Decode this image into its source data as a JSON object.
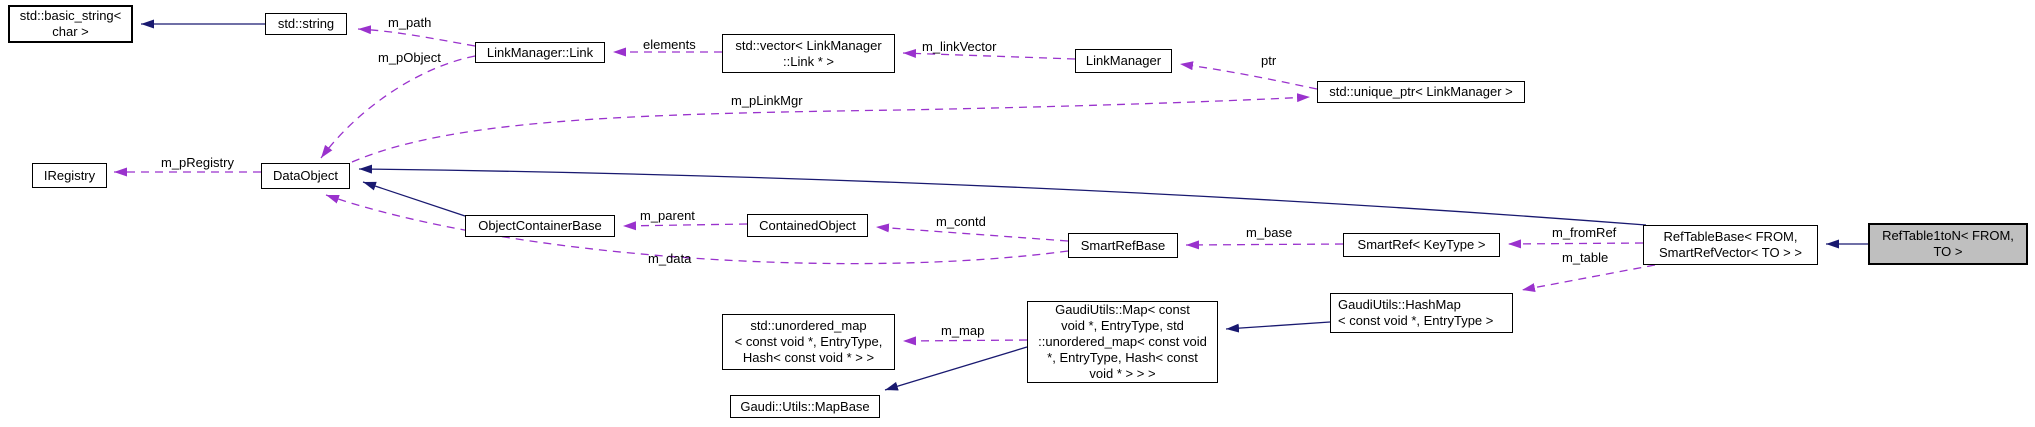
{
  "diagram": {
    "type": "collaboration-graph",
    "colors": {
      "background": "#ffffff",
      "node_fill": "#ffffff",
      "current_node_fill": "#bfbfbf",
      "node_border": "#000000",
      "inheritance_edge": "#191970",
      "usage_edge": "#9a32cd",
      "text": "#000000"
    },
    "nodes": {
      "basic_string": {
        "label": "std::basic_string<\nchar >"
      },
      "std_string": {
        "label": "std::string"
      },
      "link": {
        "label": "LinkManager::Link"
      },
      "link_vector": {
        "label": "std::vector< LinkManager\n::Link * >"
      },
      "link_manager": {
        "label": "LinkManager"
      },
      "unique_ptr": {
        "label": "std::unique_ptr< LinkManager >"
      },
      "iregistry": {
        "label": "IRegistry"
      },
      "data_object": {
        "label": "DataObject"
      },
      "object_container_base": {
        "label": "ObjectContainerBase"
      },
      "contained_object": {
        "label": "ContainedObject"
      },
      "smart_ref_base": {
        "label": "SmartRefBase"
      },
      "smart_ref": {
        "label": "SmartRef< KeyType >"
      },
      "ref_table_base": {
        "label": "RefTableBase< FROM,\nSmartRefVector< TO > >"
      },
      "ref_table_1ton": {
        "label": "RefTable1toN< FROM,\nTO >"
      },
      "hash_map": {
        "label": "GaudiUtils::HashMap\n< const void *, EntryType >"
      },
      "gaudi_map": {
        "label": "GaudiUtils::Map< const\nvoid *, EntryType, std\n::unordered_map< const void\n*, EntryType, Hash< const\nvoid * > > >"
      },
      "unordered_map": {
        "label": "std::unordered_map\n< const void *, EntryType,\nHash< const void * > >"
      },
      "map_base": {
        "label": "Gaudi::Utils::MapBase"
      }
    },
    "edge_labels": {
      "m_path": "m_path",
      "m_pObject": "m_pObject",
      "elements": "elements",
      "m_linkVector": "m_linkVector",
      "ptr": "ptr",
      "m_pLinkMgr": "m_pLinkMgr",
      "m_pRegistry": "m_pRegistry",
      "m_parent": "m_parent",
      "m_contd": "m_contd",
      "m_data": "m_data",
      "m_base": "m_base",
      "m_fromRef": "m_fromRef",
      "m_table": "m_table",
      "m_map": "m_map"
    }
  }
}
